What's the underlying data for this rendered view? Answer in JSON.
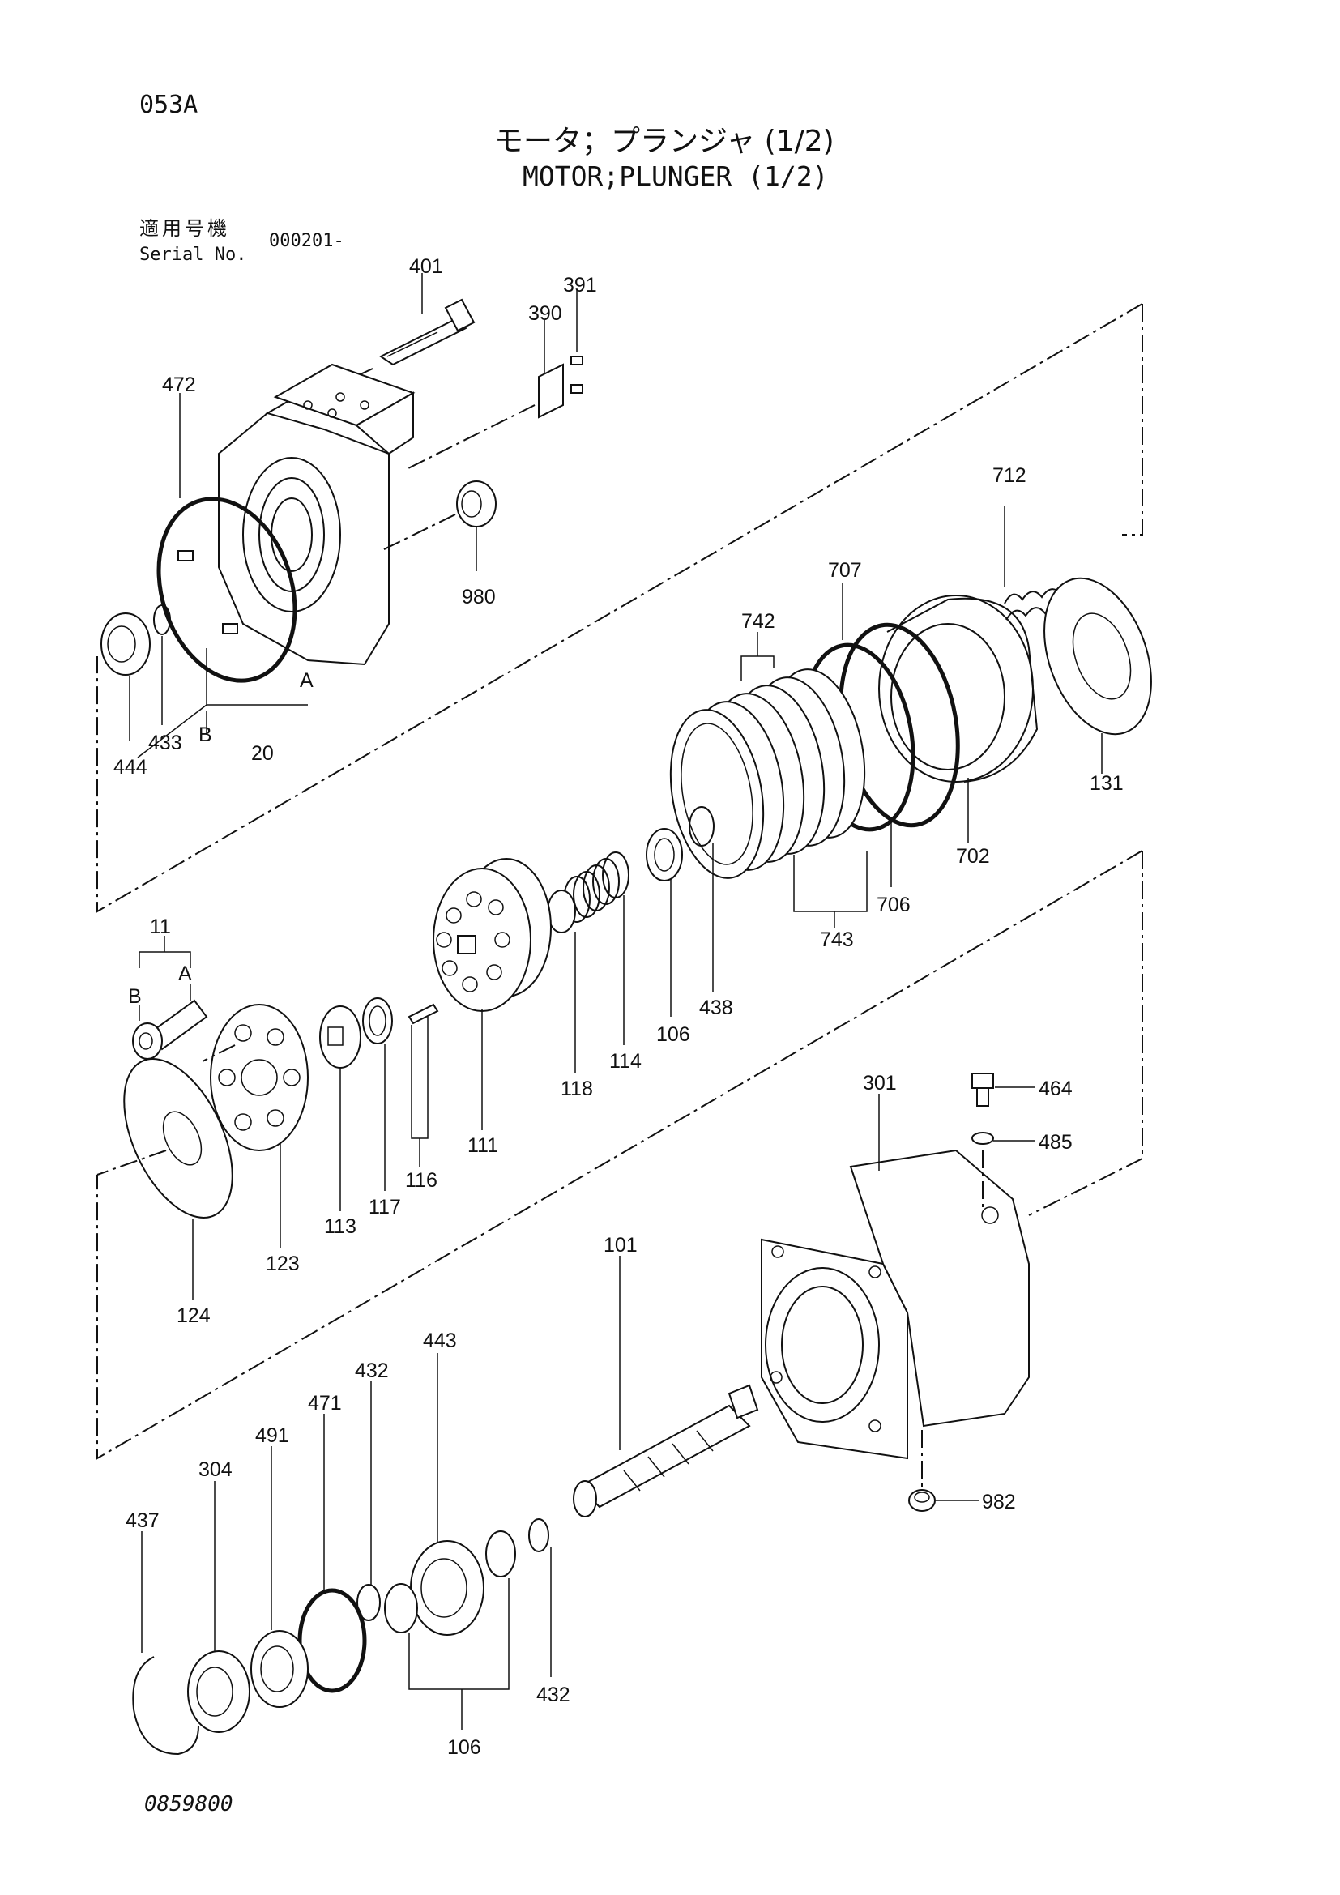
{
  "header": {
    "page_code": "053A",
    "title_jp": "モータ；プランジャ (1/2)",
    "title_en": "MOTOR;PLUNGER (1/2)",
    "serial_label_jp": "適用号機",
    "serial_label_en": "Serial No.",
    "serial_value": "000201-"
  },
  "drawing_number": "0859800",
  "callouts": {
    "c401": "401",
    "c391": "391",
    "c390": "390",
    "c472": "472",
    "c980": "980",
    "c444": "444",
    "c433": "433",
    "cB1": "B",
    "cA1": "A",
    "c20": "20",
    "c712": "712",
    "c707": "707",
    "c742": "742",
    "c131": "131",
    "c702": "702",
    "c706": "706",
    "c743": "743",
    "c438": "438",
    "c106a": "106",
    "c114": "114",
    "c118": "118",
    "c111": "111",
    "c116": "116",
    "c117": "117",
    "c113": "113",
    "c11": "11",
    "cA2": "A",
    "cB2": "B",
    "c123": "123",
    "c124": "124",
    "c301": "301",
    "c464": "464",
    "c485": "485",
    "c101": "101",
    "c982": "982",
    "c443": "443",
    "c432a": "432",
    "c471": "471",
    "c491": "491",
    "c304": "304",
    "c437": "437",
    "c432b": "432",
    "c106b": "106"
  }
}
